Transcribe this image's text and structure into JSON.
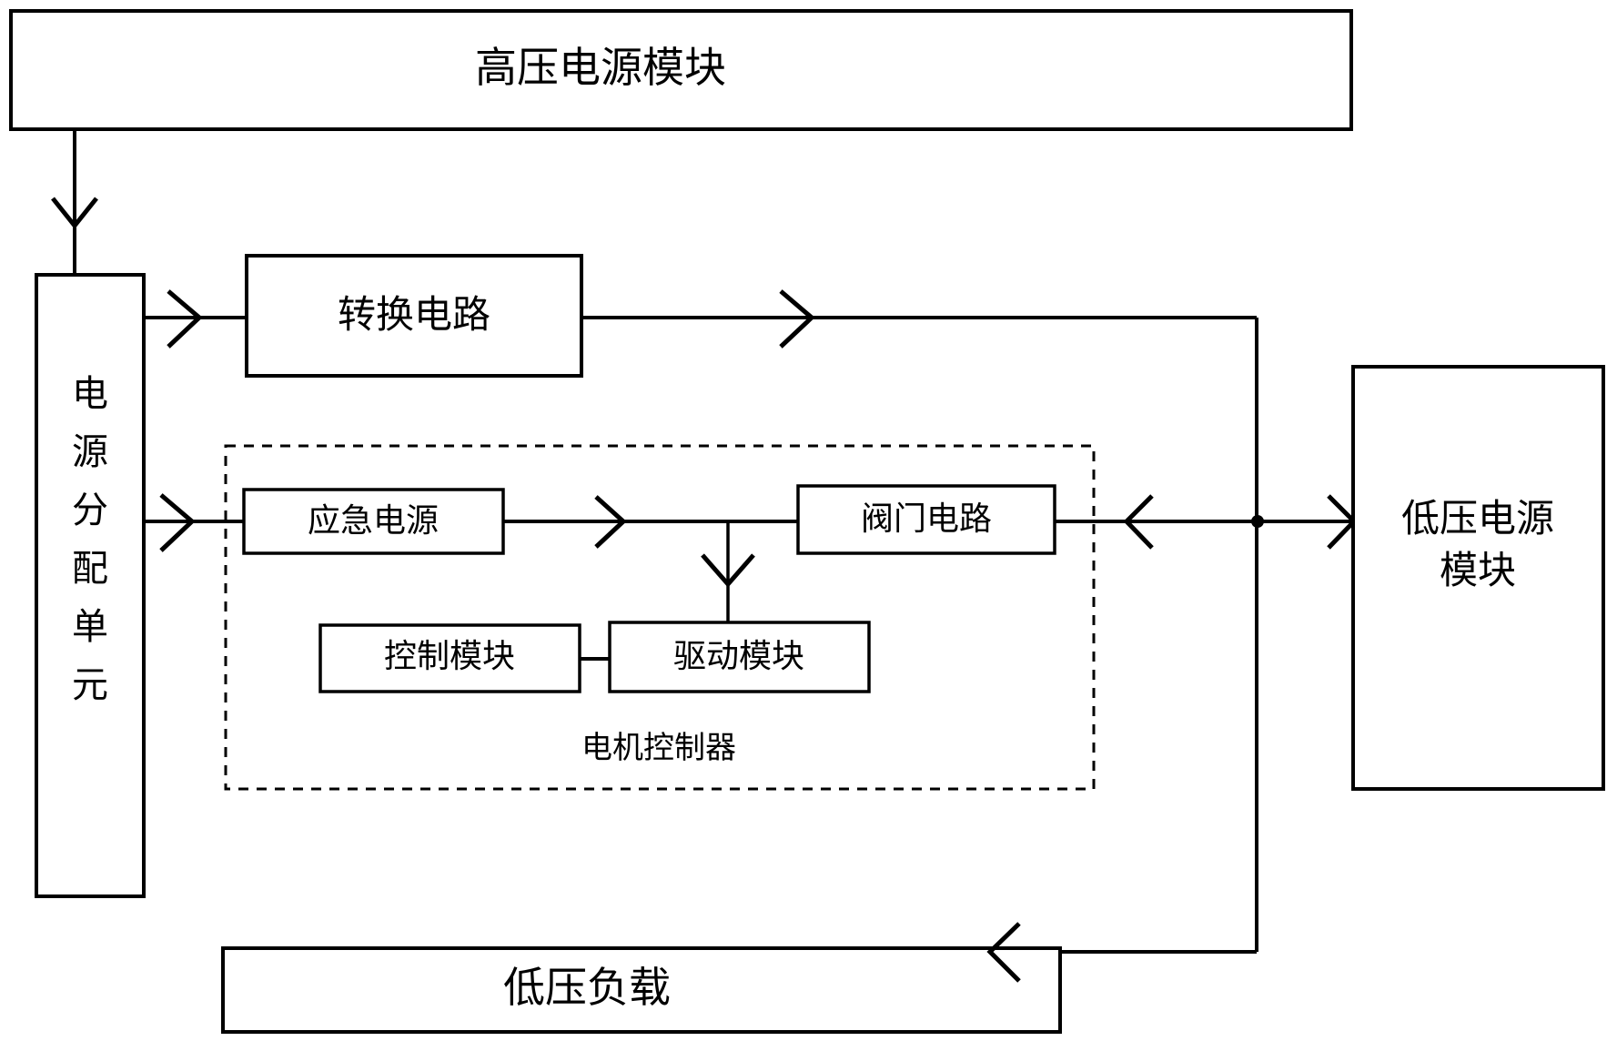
{
  "diagram": {
    "type": "block-diagram",
    "title_label": "高压电源模块",
    "stroke_color": "#000000",
    "background_color": "#ffffff",
    "blocks": {
      "hv_power_module": {
        "label": "高压电源模块"
      },
      "power_distribution_unit": {
        "label": "电源分配单元",
        "chars": [
          "电",
          "源",
          "分",
          "配",
          "单",
          "元"
        ]
      },
      "conversion_circuit": {
        "label": "转换电路"
      },
      "emergency_power": {
        "label": "应急电源"
      },
      "valve_circuit": {
        "label": "阀门电路"
      },
      "control_module": {
        "label": "控制模块"
      },
      "drive_module": {
        "label": "驱动模块"
      },
      "motor_controller_group": {
        "label": "电机控制器"
      },
      "lv_power_module": {
        "label": "低压电源模块",
        "line1": "低压电源",
        "line2": "模块"
      },
      "lv_load": {
        "label": "低压负载"
      }
    },
    "connections": [
      {
        "name": "hv-to-pdu",
        "from": "hv_power_module",
        "to": "power_distribution_unit",
        "style": "arrow-down"
      },
      {
        "name": "pdu-to-conversion",
        "from": "power_distribution_unit",
        "to": "conversion_circuit",
        "style": "arrow-right"
      },
      {
        "name": "conversion-to-bus",
        "from": "conversion_circuit",
        "to": "lv_bus",
        "style": "arrow-right"
      },
      {
        "name": "pdu-to-emergency",
        "from": "power_distribution_unit",
        "to": "emergency_power",
        "style": "arrow-right"
      },
      {
        "name": "emergency-to-valve",
        "from": "emergency_power",
        "to": "valve_circuit",
        "style": "arrow-right"
      },
      {
        "name": "bus-to-drive",
        "from": "emergency_bus",
        "to": "drive_module",
        "style": "arrow-down"
      },
      {
        "name": "control-to-drive",
        "from": "control_module",
        "to": "drive_module",
        "style": "line"
      },
      {
        "name": "valve-to-lv-module",
        "from": "valve_circuit",
        "to": "lv_power_module",
        "style": "arrow-bidirectional"
      },
      {
        "name": "bus-to-lv-load",
        "from": "lv_bus",
        "to": "lv_load",
        "style": "arrow-left"
      }
    ]
  }
}
